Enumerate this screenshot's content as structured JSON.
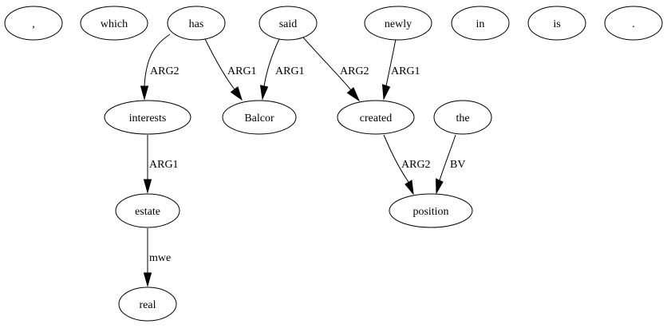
{
  "nodes": [
    {
      "id": "comma",
      "label": ","
    },
    {
      "id": "which",
      "label": "which"
    },
    {
      "id": "has",
      "label": "has"
    },
    {
      "id": "said",
      "label": "said"
    },
    {
      "id": "newly",
      "label": "newly"
    },
    {
      "id": "in",
      "label": "in"
    },
    {
      "id": "is",
      "label": "is"
    },
    {
      "id": "period",
      "label": "."
    },
    {
      "id": "interests",
      "label": "interests"
    },
    {
      "id": "balcor",
      "label": "Balcor"
    },
    {
      "id": "created",
      "label": "created"
    },
    {
      "id": "the",
      "label": "the"
    },
    {
      "id": "estate",
      "label": "estate"
    },
    {
      "id": "position",
      "label": "position"
    },
    {
      "id": "real",
      "label": "real"
    }
  ],
  "edges": [
    {
      "id": "has-interests",
      "from": "has",
      "to": "interests",
      "label": "ARG2"
    },
    {
      "id": "has-balcor",
      "from": "has",
      "to": "balcor",
      "label": "ARG1"
    },
    {
      "id": "said-balcor",
      "from": "said",
      "to": "balcor",
      "label": "ARG1"
    },
    {
      "id": "said-created",
      "from": "said",
      "to": "created",
      "label": "ARG2"
    },
    {
      "id": "newly-created",
      "from": "newly",
      "to": "created",
      "label": "ARG1"
    },
    {
      "id": "interests-estate",
      "from": "interests",
      "to": "estate",
      "label": "ARG1"
    },
    {
      "id": "created-position",
      "from": "created",
      "to": "position",
      "label": "ARG2"
    },
    {
      "id": "the-position",
      "from": "the",
      "to": "position",
      "label": "BV"
    },
    {
      "id": "estate-real",
      "from": "estate",
      "to": "real",
      "label": "mwe"
    }
  ]
}
